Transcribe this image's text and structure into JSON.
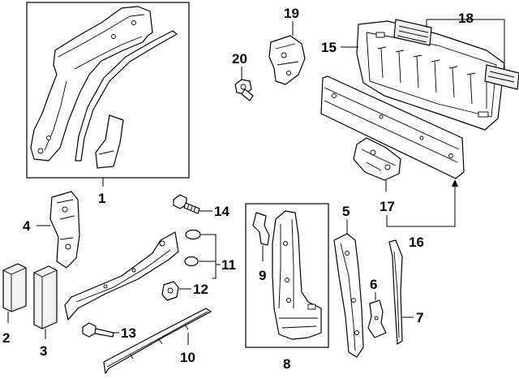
{
  "callouts": {
    "c1": "1",
    "c2": "2",
    "c3": "3",
    "c4": "4",
    "c5": "5",
    "c6": "6",
    "c7": "7",
    "c8": "8",
    "c9": "9",
    "c10": "10",
    "c11": "11",
    "c12": "12",
    "c13": "13",
    "c14": "14",
    "c15": "15",
    "c16": "16",
    "c17": "17",
    "c18": "18",
    "c19": "19",
    "c20": "20"
  },
  "colors": {
    "line": "#000000",
    "background": "#ffffff"
  }
}
